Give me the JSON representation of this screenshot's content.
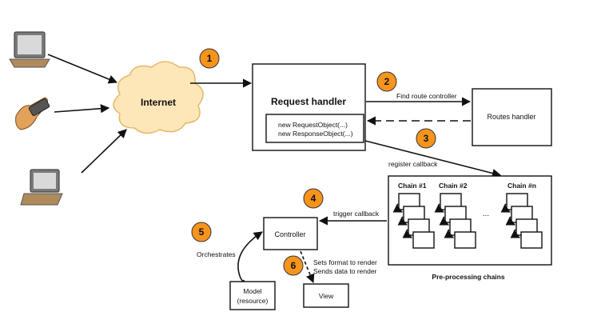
{
  "nodes": {
    "internet": "Internet",
    "request_handler": "Request handler",
    "new_request_object": "new RequestObject(...)",
    "new_response_object": "new ResponseObject(...)",
    "routes_handler": "Routes handler",
    "controller": "Controller",
    "model_line1": "Model",
    "model_line2": "(resource)",
    "view": "View",
    "chains_caption": "Pre-processing chains"
  },
  "chains": [
    "Chain #1",
    "Chain #2",
    "Chain #n"
  ],
  "chains_ellipsis": "...",
  "edges": {
    "find_route_controller": "Find route controller",
    "register_callback": "register callback",
    "trigger_callback": "trigger callback",
    "orchestrates": "Orchestrates",
    "sets_format": "Sets format to render",
    "sends_data": "Sends data to render"
  },
  "steps": [
    "1",
    "2",
    "3",
    "4",
    "5",
    "6"
  ],
  "colors": {
    "badge": "#f7941d",
    "cloud": "#fde6b8",
    "cloud_stroke": "#e7b86a"
  },
  "icons": [
    "laptop-icon",
    "phone-hand-icon",
    "laptop-open-icon"
  ]
}
